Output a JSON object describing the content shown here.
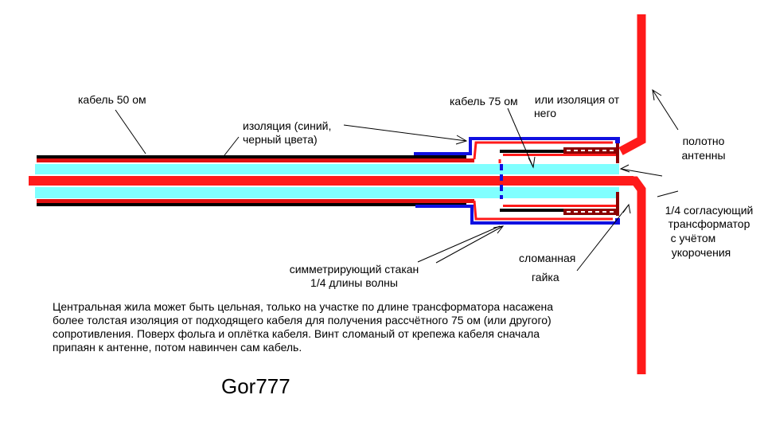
{
  "labels": {
    "cable50": "кабель 50 ом",
    "insulation": [
      "изоляция (синий,",
      "черный цвета)"
    ],
    "cable75": "кабель 75 ом",
    "or_insulation": [
      "или изоляция от",
      "него"
    ],
    "antenna": [
      "полотно",
      "антенны"
    ],
    "transformer": [
      "1/4 согласующий",
      "трансформатор",
      "с учётом",
      "укорочения"
    ],
    "sleeve": [
      "симметрирующий стакан",
      "1/4 длины волны"
    ],
    "broken": "сломанная",
    "nut": "гайка"
  },
  "note": "Центральная жила может быть цельная, только на участке по длине трансформатора насажена более толстая изоляция от подходящего кабеля для получения рассчётного 75 ом (или другого) сопротивления. Поверх фольга и оплётка кабеля. Винт сломаный от крепежа кабеля сначала припаян к антенне, потом навинчен сам кабель.",
  "signature": "Gor777",
  "colors": {
    "red": "#ff1a1a",
    "blue": "#1010e0",
    "cyan": "#80ffff",
    "darkred": "#8b0000",
    "black": "#000000"
  }
}
